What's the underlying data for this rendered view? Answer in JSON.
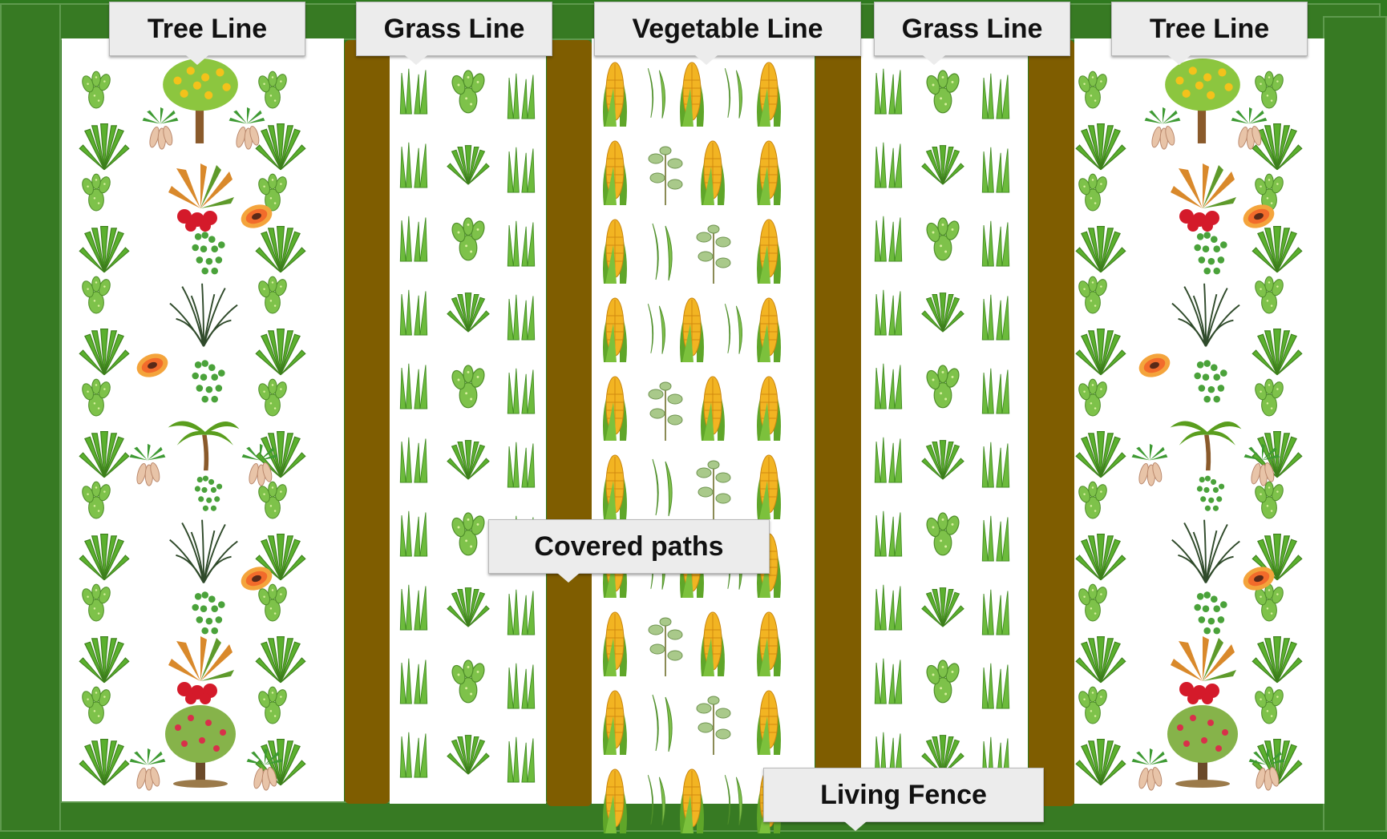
{
  "labels": {
    "tree_line_left": "Tree Line",
    "grass_line_left": "Grass Line",
    "vegetable_line": "Vegetable Line",
    "grass_line_right": "Grass Line",
    "tree_line_right": "Tree Line",
    "covered_paths": "Covered paths",
    "living_fence": "Living Fence"
  },
  "colors": {
    "fence_green": "#377a23",
    "path_brown": "#7f5d00",
    "strip_white": "#ffffff",
    "callout_fill": "#ececec"
  },
  "icons": {
    "tree_line_plants": [
      "orange-tree-icon",
      "rambutan-icon",
      "lemongrass-icon",
      "papaya-icon",
      "moringa-icon",
      "coconut-palm-icon",
      "cassava-icon",
      "guava-tree-icon"
    ],
    "border_plants": [
      "nopal-cactus-icon",
      "aloe-icon"
    ],
    "grass_line_plants": [
      "grass-clump-icon",
      "nopal-cactus-icon",
      "aloe-icon"
    ],
    "vegetable_line_plants": [
      "corn-icon",
      "bean-pod-icon",
      "bean-plant-icon"
    ]
  }
}
